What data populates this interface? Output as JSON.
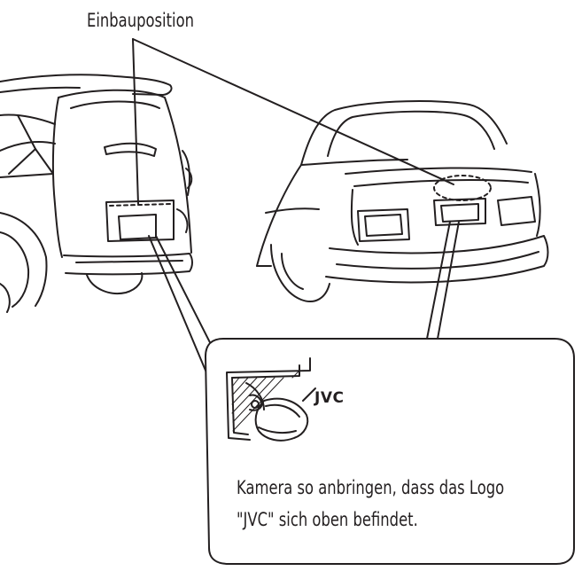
{
  "diagram": {
    "title": "Einbauposition",
    "brand_logo_text": "JVC",
    "instruction_lines": [
      "Kamera so anbringen, dass das Logo",
      "\"JVC\" sich oben befindet."
    ],
    "line_color": "#231f20",
    "background_color": "#ffffff",
    "icons": [
      "hatchback-rear-view-icon",
      "sedan-rear-view-icon",
      "rear-camera-icon"
    ]
  }
}
